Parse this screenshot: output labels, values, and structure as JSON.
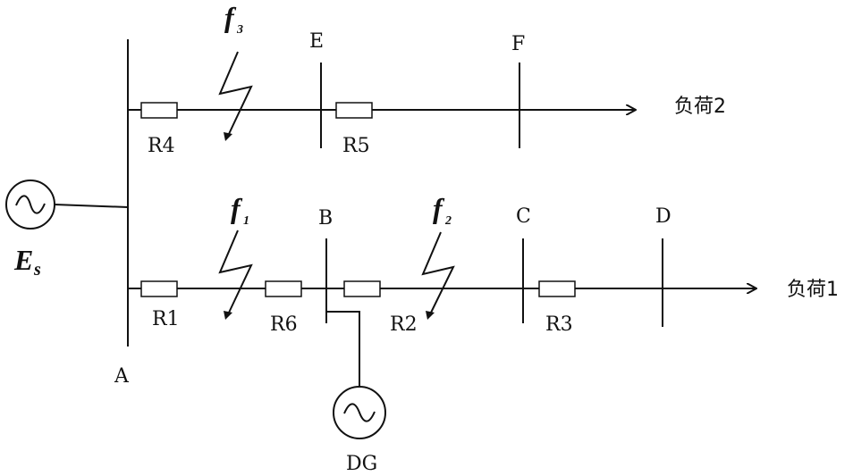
{
  "source": {
    "label": "E",
    "subscript": "s"
  },
  "dg": {
    "label": "DG"
  },
  "buses": {
    "A": "A",
    "B": "B",
    "C": "C",
    "D": "D",
    "E": "E",
    "F": "F"
  },
  "relays": {
    "R1": "R1",
    "R2": "R2",
    "R3": "R3",
    "R4": "R4",
    "R5": "R5",
    "R6": "R6"
  },
  "faults": {
    "f1": {
      "letter": "f",
      "index": "1"
    },
    "f2": {
      "letter": "f",
      "index": "2"
    },
    "f3": {
      "letter": "f",
      "index": "3"
    }
  },
  "loads": {
    "load1": "负荷1",
    "load2": "负荷2"
  }
}
